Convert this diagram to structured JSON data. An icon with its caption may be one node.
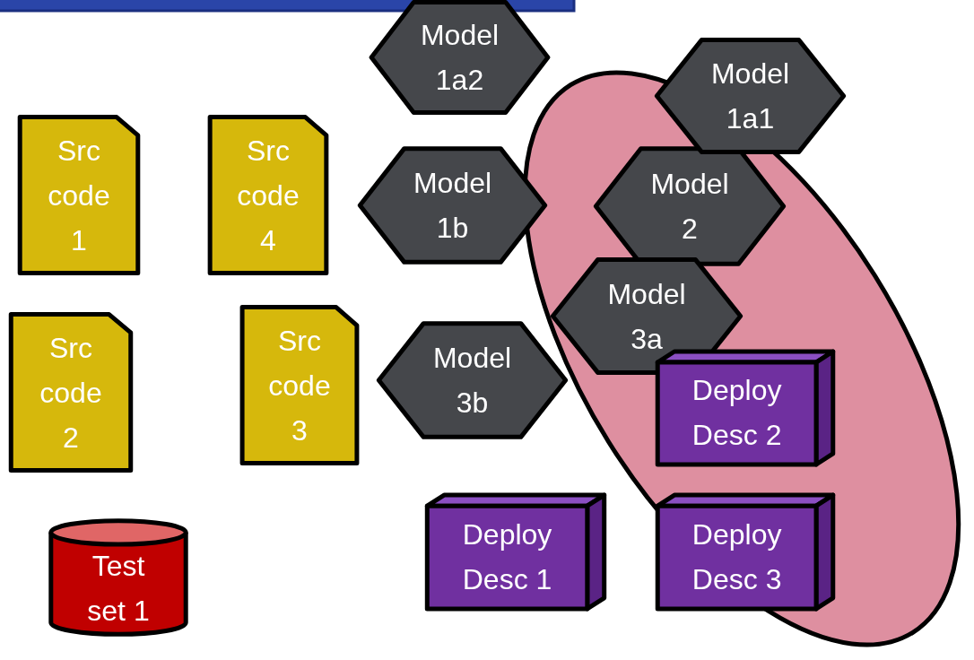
{
  "diagram": {
    "nodes": [
      {
        "text": [],
        "shape": "bar"
      },
      {
        "text": [],
        "shape": "ellipse"
      },
      {
        "text": [
          "Model 1a2"
        ]
      },
      {
        "text": [
          "Model 1a1"
        ]
      },
      {
        "text": [
          "Src code 1"
        ]
      },
      {
        "text": [
          "Src code 4"
        ]
      },
      {
        "text": [
          "Model 1b"
        ]
      },
      {
        "text": [
          "Model 2"
        ],
        "in": 1
      },
      {
        "text": [
          "Model 3a"
        ],
        "in": 1
      },
      {
        "text": [
          "Src code 2"
        ]
      },
      {
        "text": [
          "Src code 3"
        ]
      },
      {
        "text": [
          "Model 3b"
        ]
      },
      {
        "text": [
          "Deploy Desc 2"
        ],
        "in": 1
      },
      {
        "text": [
          "Deploy Desc 1"
        ]
      },
      {
        "text": [
          "Deploy Desc 3"
        ],
        "in": 1
      },
      {
        "text": [
          "Test set 1"
        ]
      }
    ]
  }
}
